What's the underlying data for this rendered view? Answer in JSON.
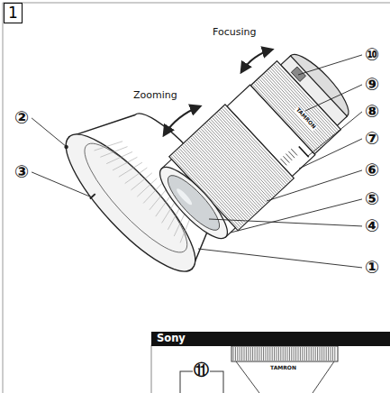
{
  "diagram": {
    "nodes": [
      {
        "text": [
          "1"
        ]
      },
      {
        "text": [
          "Sony"
        ]
      }
    ],
    "labels": [
      "Focusing",
      "Zooming",
      "⑩",
      "⑨",
      "⑧",
      "⑦",
      "⑥",
      "⑤",
      "④",
      "①",
      "②",
      "③",
      "TAMRON",
      "⑪",
      "TAMRON"
    ]
  }
}
